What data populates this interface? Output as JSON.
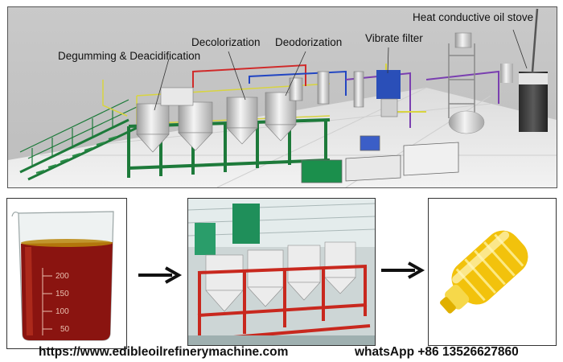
{
  "diagram": {
    "labels": {
      "degumming": "Degumming & Deacidification",
      "decolorization": "Decolorization",
      "deodorization": "Deodorization",
      "vibrate_filter": "Vibrate filter",
      "oil_stove": "Heat conductive oil stove"
    }
  },
  "beaker": {
    "marks": [
      "200",
      "150",
      "100",
      "50"
    ]
  },
  "footer": {
    "website": "https://www.edibleoilrefinerymachine.com",
    "whatsapp": "whatsApp +86 13526627860"
  },
  "colors": {
    "frame_green": "#1d7a3a",
    "crude_oil": "#8a1410",
    "refined_oil": "#f2c20c",
    "plant_frame_red": "#c8281e",
    "arrow": "#111111"
  }
}
